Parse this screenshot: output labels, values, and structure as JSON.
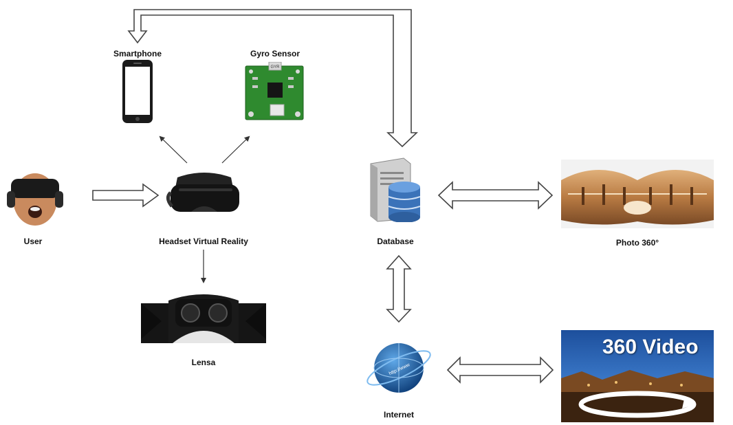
{
  "nodes": {
    "smartphone": "Smartphone",
    "gyro_sensor": "Gyro Sensor",
    "gyro_chip_text": "GYR",
    "user": "User",
    "headset": "Headset Virtual Reality",
    "lens": "Lensa",
    "database": "Database",
    "photo": "Photo 360°",
    "internet": "Internet",
    "internet_globe_text": "http://www",
    "video": "360 Video"
  },
  "colors": {
    "arrow_stroke": "#444444",
    "pcb_green": "#2f8a2f",
    "db_blue": "#3b73b9",
    "video_sky": "#1f5fb0",
    "photo_warm": "#c9874a"
  }
}
